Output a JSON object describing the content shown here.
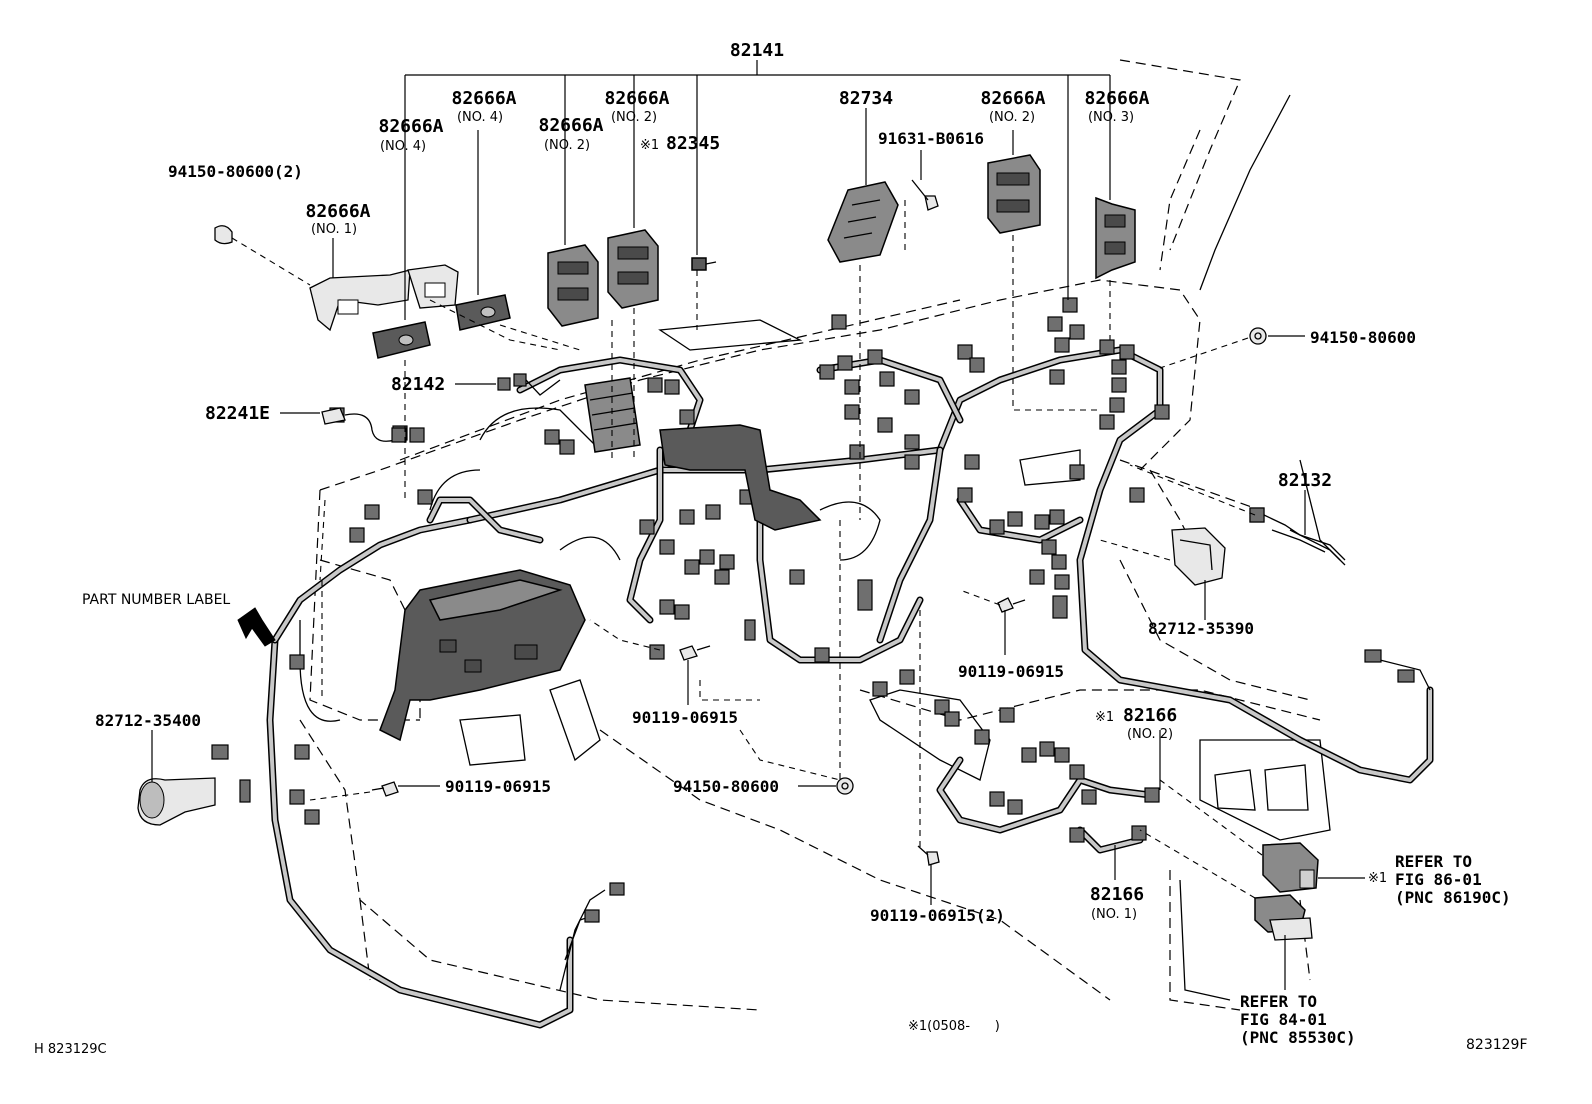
{
  "diagram": {
    "labels": {
      "main_harness": "82141",
      "junction_no4_left": "82666A",
      "junction_no4_left_sub": "(NO. 4)",
      "junction_no4_mid": "82666A",
      "junction_no4_mid_sub": "(NO. 4)",
      "junction_no2_a": "82666A",
      "junction_no2_a_sub": "(NO. 2)",
      "junction_no2_b": "82666A",
      "junction_no2_b_sub": "(NO. 2)",
      "relay_82345": "82345",
      "relay_82345_mark": "※1",
      "relay_82734": "82734",
      "junction_no2_c": "82666A",
      "junction_no2_c_sub": "(NO. 2)",
      "junction_no3": "82666A",
      "junction_no3_sub": "(NO. 3)",
      "clip_94150_2": "94150-80600(2)",
      "junction_no1": "82666A",
      "junction_no1_sub": "(NO. 1)",
      "screw_91631": "91631-B0616",
      "clip_94150_right": "94150-80600",
      "harness_82142": "82142",
      "wire_82241E": "82241E",
      "harness_82132": "82132",
      "part_label_note": "PART NUMBER LABEL",
      "socket_82712_35390": "82712-35390",
      "bolt_90119_a": "90119-06915",
      "bolt_90119_b": "90119-06915",
      "socket_82712_35400": "82712-35400",
      "bolt_90119_c": "90119-06915",
      "clip_94150_bottom": "94150-80600",
      "harness_82166_no2": "82166",
      "harness_82166_no2_mark": "※1",
      "harness_82166_no2_sub": "(NO. 2)",
      "harness_82166_no1": "82166",
      "harness_82166_no1_sub": "(NO. 1)",
      "bolt_90119_2": "90119-06915(2)",
      "refer_86_mark": "※1",
      "refer_86_line1": "REFER TO",
      "refer_86_line2": "FIG 86-01",
      "refer_86_line3": "(PNC 86190C)",
      "refer_84_line1": "REFER TO",
      "refer_84_line2": "FIG 84-01",
      "refer_84_line3": "(PNC 85530C)",
      "footnote": "※1(0508-      )",
      "code_left": "H 823129C",
      "code_right": "823129F"
    }
  }
}
